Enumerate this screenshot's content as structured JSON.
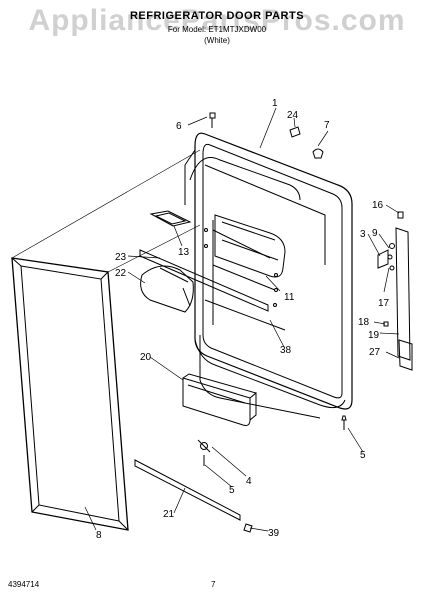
{
  "header": {
    "title": "REFRIGERATOR DOOR PARTS",
    "subtitle": "For Model: ET1MTJXDW00",
    "variant": "(White)",
    "watermark": "AppliancePartsPros.com"
  },
  "footer": {
    "doc_number": "4394714",
    "page_number": "7"
  },
  "callouts": {
    "c1": "1",
    "c3": "3",
    "c4": "4",
    "c5a": "5",
    "c5b": "5",
    "c6": "6",
    "c7": "7",
    "c8": "8",
    "c9": "9",
    "c11": "11",
    "c13": "13",
    "c16": "16",
    "c17": "17",
    "c18": "18",
    "c19": "19",
    "c20": "20",
    "c21": "21",
    "c22": "22",
    "c23": "23",
    "c24": "24",
    "c27": "27",
    "c38": "38",
    "c39": "39"
  }
}
